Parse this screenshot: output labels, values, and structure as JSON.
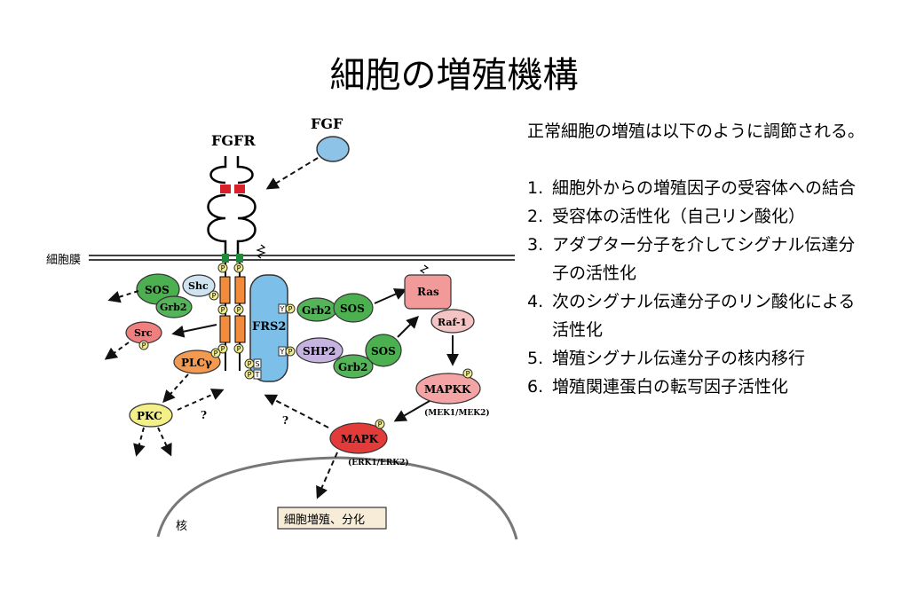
{
  "title": "細胞の増殖機構",
  "description": {
    "intro": "正常細胞の増殖は以下のように調節される。",
    "steps": [
      {
        "num": "1.",
        "text": "細胞外からの増殖因子の受容体への結合"
      },
      {
        "num": "2.",
        "text": "受容体の活性化（自己リン酸化）"
      },
      {
        "num": "3.",
        "text": "アダプター分子を介してシグナル伝達分子の活性化"
      },
      {
        "num": "4.",
        "text": "次のシグナル伝達分子のリン酸化による活性化"
      },
      {
        "num": "5.",
        "text": "増殖シグナル伝達分子の核内移行"
      },
      {
        "num": "6.",
        "text": "増殖関連蛋白の転写因子活性化"
      }
    ]
  },
  "diagram": {
    "fgf": "FGF",
    "fgfr": "FGFR",
    "membrane": "細胞膜",
    "nucleus": "核",
    "frs2": "FRS2",
    "sos": "SOS",
    "shc": "Shc",
    "grb2": "Grb2",
    "src": "Src",
    "plc": "PLCγ",
    "pkc": "PKC",
    "shp2": "SHP2",
    "ras": "Ras",
    "raf": "Raf-1",
    "mapkk": "MAPKK",
    "mapkk_sub": "(MEK1/MEK2)",
    "mapk": "MAPK",
    "mapk_sub": "(ERK1/ERK2)",
    "outcome": "細胞増殖、分化",
    "p": "P",
    "y": "Y",
    "s": "S",
    "t": "T",
    "q": "?",
    "colors": {
      "fgf": "#8ec3e8",
      "frs2": "#7cc0ea",
      "receptor_bar": "#f28c3c",
      "sos": "#4caf50",
      "shc": "#cfe3f0",
      "grb2": "#55b35a",
      "src": "#f08080",
      "plc": "#f49a50",
      "pkc": "#f4f088",
      "shp2": "#c7b3e0",
      "ras": "#f29a9a",
      "raf": "#f4c4c4",
      "mapkk": "#f4a4a4",
      "mapk": "#e33a3a",
      "p_circle": "#f2ee90",
      "red_block": "#d8202a",
      "green_block": "#1f8a3a"
    }
  }
}
